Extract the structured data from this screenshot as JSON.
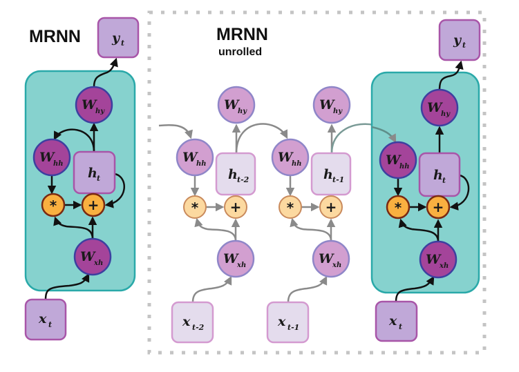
{
  "titles": {
    "folded": "MRNN",
    "unrolled_main": "MRNN",
    "unrolled_sub": "unrolled"
  },
  "colors": {
    "cell_fill": "#86d2ce",
    "cell_stroke": "#2aa9a9",
    "weight_active_fill": "#a4449a",
    "weight_active_stroke": "#3d3fa0",
    "weight_faded_fill": "#d29fd0",
    "weight_faded_stroke": "#8f86c8",
    "box_active_fill": "#c0a8d8",
    "box_active_stroke": "#a855a8",
    "box_faded_fill": "#e4dced",
    "box_faded_stroke": "#d49ad0",
    "op_active_fill": "#f9b040",
    "op_active_stroke": "#7a2a12",
    "op_faded_fill": "#fcd9a0",
    "op_faded_stroke": "#c98a5c",
    "arrow_active": "#111111",
    "arrow_faded": "#8a8a8a",
    "dotted_border": "#c4c4c4"
  },
  "nodes": {
    "output": {
      "base": "y",
      "sub": "t"
    },
    "w_hy": {
      "base": "W",
      "sub": "hy"
    },
    "w_hh": {
      "base": "W",
      "sub": "hh"
    },
    "w_xh": {
      "base": "W",
      "sub": "xh"
    },
    "hidden_t": {
      "base": "h",
      "sub": "t"
    },
    "hidden_t2": {
      "base": "h",
      "sub": "t-2"
    },
    "hidden_t1": {
      "base": "h",
      "sub": "t-1"
    },
    "input_t": {
      "base": "x",
      "sub": "t"
    },
    "input_t2": {
      "base": "x",
      "sub": "t-2"
    },
    "input_t1": {
      "base": "x",
      "sub": "t-1"
    },
    "mult_op": "*",
    "add_op": "+"
  }
}
